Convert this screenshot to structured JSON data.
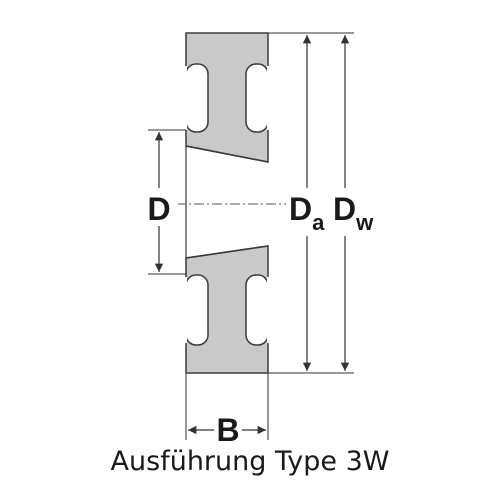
{
  "diagram": {
    "labels": {
      "bore": "D",
      "outer_main": "D",
      "outer_sub": "a",
      "pitch_main": "D",
      "pitch_sub": "w",
      "width": "B"
    },
    "caption": "Ausführung Type 3W",
    "colors": {
      "body_fill": "#c9c9c9",
      "outline": "#3a3a3a",
      "dimension_line": "#333333",
      "text": "#1a1a1a",
      "background": "#ffffff"
    }
  }
}
